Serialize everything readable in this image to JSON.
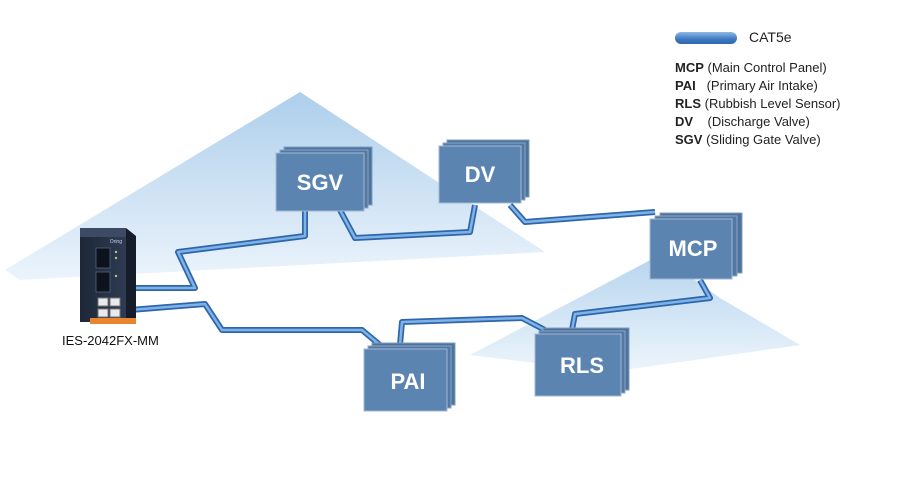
{
  "legend": {
    "cable_label": "CAT5e",
    "cable_color": "#4a86cc",
    "abbreviations": [
      {
        "code": "MCP",
        "desc": "(Main Control Panel)"
      },
      {
        "code": "PAI",
        "desc": "(Primary Air Intake)"
      },
      {
        "code": "RLS",
        "desc": "(Rubbish Level Sensor)"
      },
      {
        "code": "DV",
        "desc": "(Discharge Valve)"
      },
      {
        "code": "SGV",
        "desc": "(Sliding Gate Valve)"
      }
    ]
  },
  "nodes": {
    "sgv": "SGV",
    "dv": "DV",
    "mcp": "MCP",
    "pai": "PAI",
    "rls": "RLS"
  },
  "device": {
    "caption": "IES-2042FX-MM",
    "brand": "Oring"
  },
  "colors": {
    "node_fill": "#5b84b0",
    "node_back": "#4d739d",
    "zone_fill": "#cfe3f3",
    "cable": "#4a86cc"
  }
}
